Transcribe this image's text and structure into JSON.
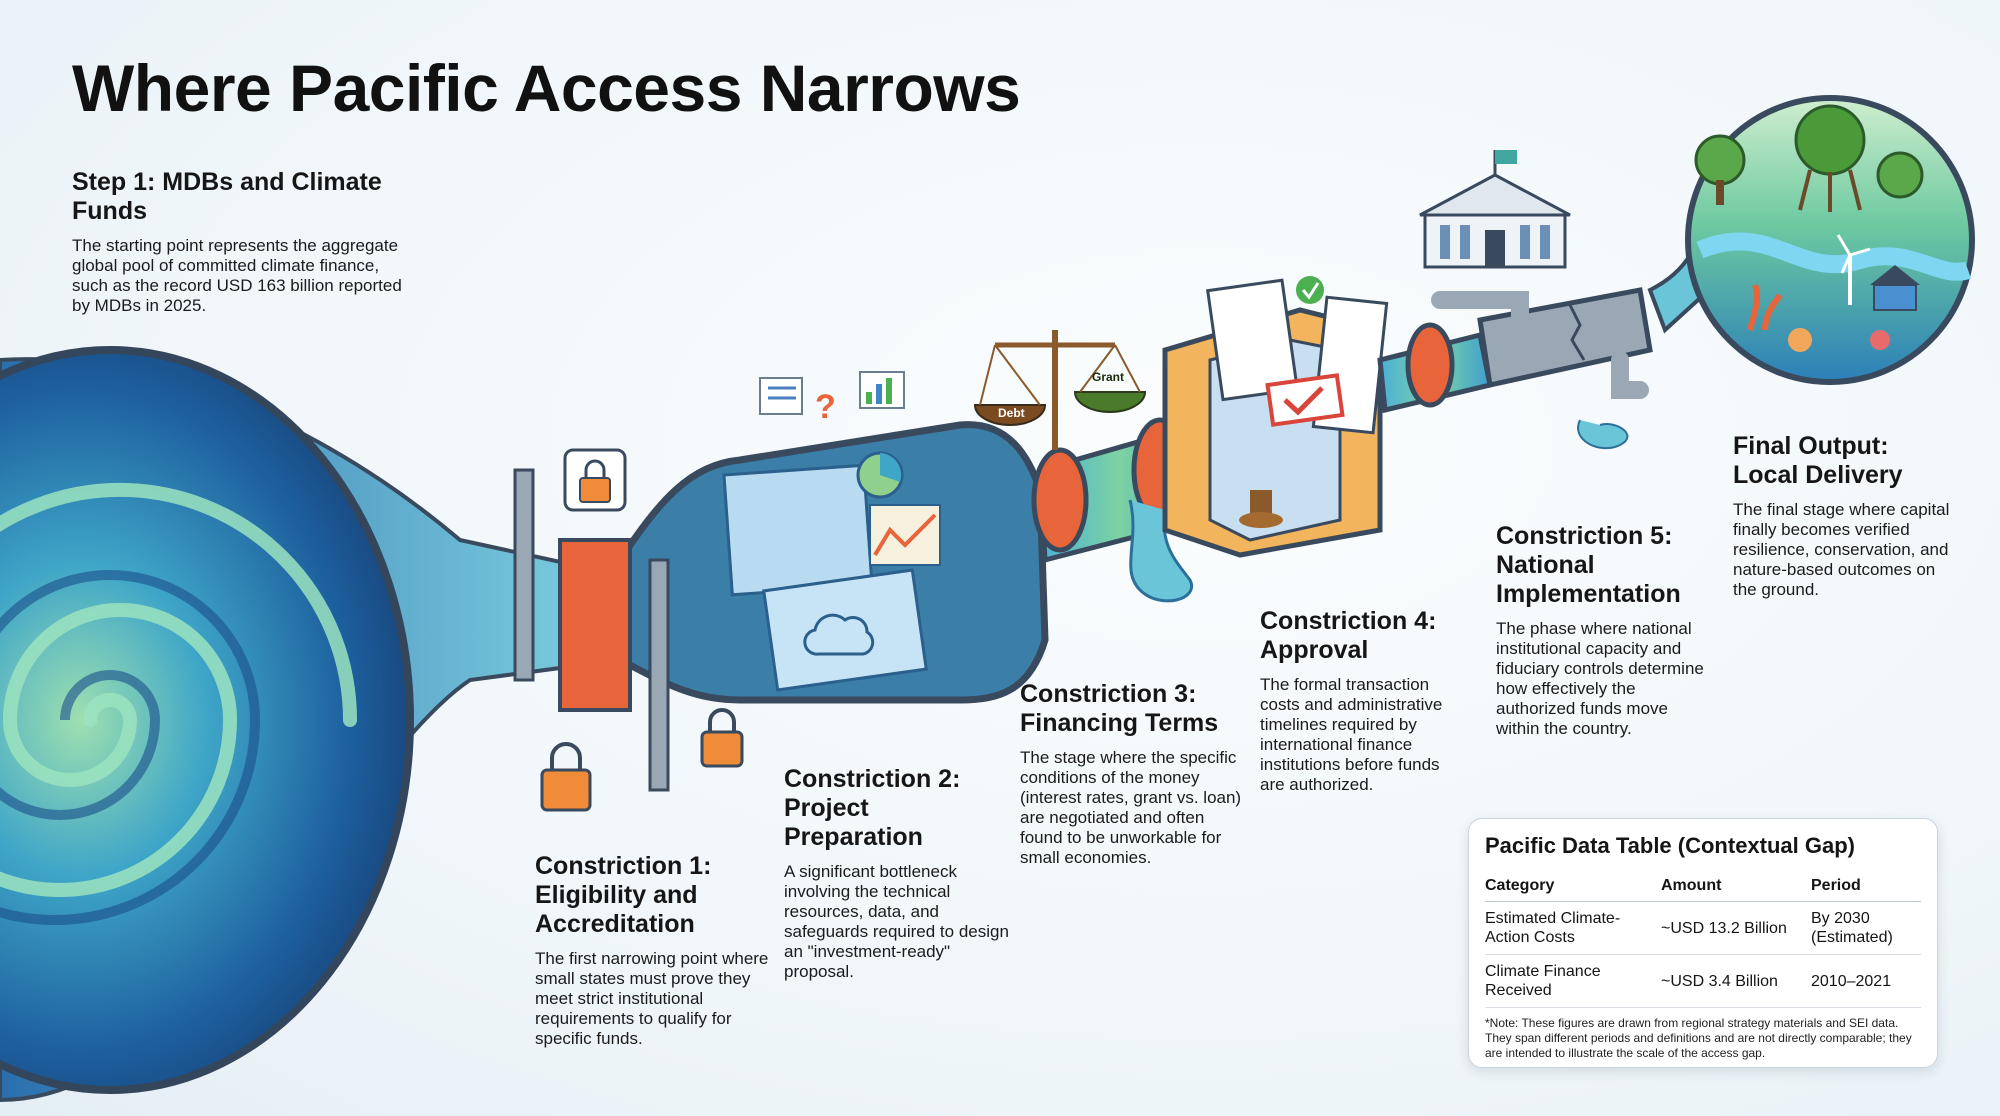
{
  "title": "Where Pacific Access Narrows",
  "step1": {
    "heading": "Step 1: MDBs and Climate Funds",
    "text": "The starting point represents the aggregate global pool of committed climate finance, such as the record USD 163 billion reported by MDBs in 2025."
  },
  "constrictions": [
    {
      "heading": "Constriction 1: Eligibility and Accreditation",
      "text": "The first narrowing point where small states must prove they meet strict institutional requirements to qualify for specific funds."
    },
    {
      "heading": "Constriction 2: Project Preparation",
      "text": "A significant bottleneck involving the technical resources, data, and safeguards required to design an \"investment-ready\" proposal."
    },
    {
      "heading": "Constriction 3: Financing Terms",
      "text": "The stage where the specific conditions of the money (interest rates, grant vs. loan) are negotiated and often found to be unworkable for small economies."
    },
    {
      "heading": "Constriction 4: Approval",
      "text": "The formal transaction costs and administrative timelines required by international finance institutions before funds are authorized."
    },
    {
      "heading": "Constriction 5: National Implementation",
      "text": "The phase where national institutional capacity and fiduciary controls determine how effectively the authorized funds move within the country."
    }
  ],
  "final": {
    "heading": "Final Output: Local Delivery",
    "text": "The final stage where capital finally becomes verified resilience, conservation, and nature-based outcomes on the ground."
  },
  "scale_labels": {
    "left": "Debt",
    "right": "Grant"
  },
  "data_table": {
    "title": "Pacific Data Table (Contextual Gap)",
    "headers": [
      "Category",
      "Amount",
      "Period"
    ],
    "rows": [
      {
        "category": "Estimated Climate-Action Costs",
        "amount": "~USD 13.2 Billion",
        "period": "By 2030 (Estimated)"
      },
      {
        "category": "Climate Finance Received",
        "amount": "~USD 3.4 Billion",
        "period": "2010–2021"
      }
    ],
    "note": "*Note: These figures are drawn from regional strategy materials and SEI data. They span different periods and definitions and are not directly comparable; they are intended to illustrate the scale of the access gap."
  },
  "colors": {
    "water_dark": "#1d5f9e",
    "water_mid": "#3fa6c8",
    "water_light": "#8fd4a6",
    "pipe_outline": "#3a4a5e",
    "valve_orange": "#e8643a",
    "lock_orange": "#f08b3a",
    "check_green": "#4caf50"
  }
}
